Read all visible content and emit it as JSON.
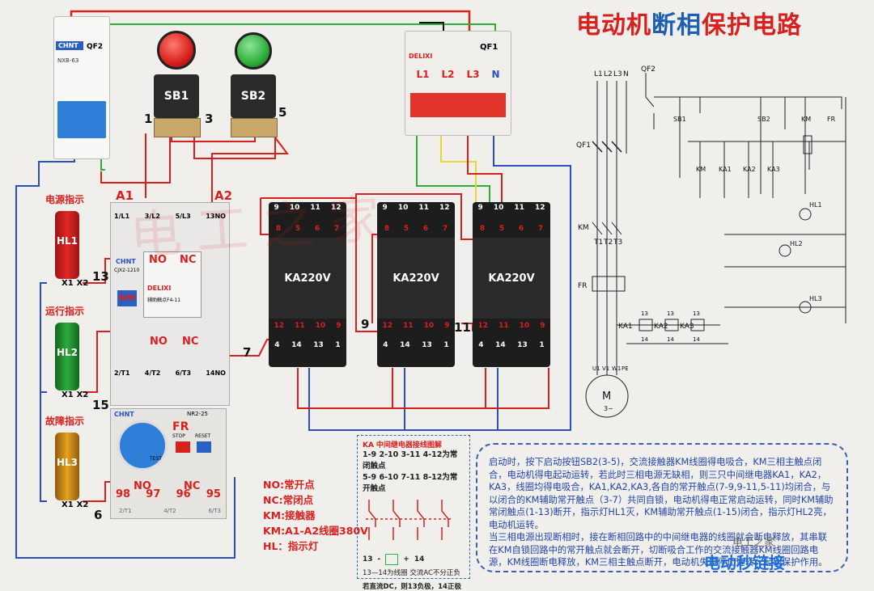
{
  "title": {
    "part1": "电动机",
    "part2": "断相",
    "part3": "保护电路"
  },
  "breakers": {
    "qf2": "QF2",
    "qf1": "QF1",
    "qf2_brand": "CHNT",
    "qf1_brand": "DELIXI",
    "qf2_model": "NXB-63"
  },
  "phases": [
    "L1",
    "L2",
    "L3",
    "N"
  ],
  "buttons": {
    "sb1": "SB1",
    "sb2": "SB2"
  },
  "terminal_numbers": {
    "n1": "1",
    "n3": "3",
    "n5": "5",
    "n7": "7",
    "n9": "9",
    "n11": "11",
    "n13": "13",
    "n15": "15",
    "n6": "6"
  },
  "contactor": {
    "a1": "A1",
    "a2": "A2",
    "brand": "CHNT",
    "model": "CJX2-1210",
    "km": "KM",
    "delixi": "DELIXI",
    "aux": "辅助触点F4-11",
    "no": "NO",
    "nc": "NC",
    "top_terms": [
      "1/L1",
      "3/L2",
      "5/L3",
      "13NO"
    ],
    "bottom_terms": [
      "2/T1",
      "4/T2",
      "6/T3",
      "14NO"
    ]
  },
  "relays": [
    {
      "label": "KA220V",
      "top": [
        "9",
        "10",
        "11",
        "12"
      ],
      "mid_top": [
        "8",
        "5",
        "6",
        "7"
      ],
      "mid_bot": [
        "12",
        "11",
        "10",
        "9"
      ],
      "bot": [
        "4",
        "14",
        "13",
        "1"
      ]
    },
    {
      "label": "KA220V",
      "top": [
        "9",
        "10",
        "11",
        "12"
      ],
      "mid_top": [
        "8",
        "5",
        "6",
        "7"
      ],
      "mid_bot": [
        "12",
        "11",
        "10",
        "9"
      ],
      "bot": [
        "4",
        "14",
        "13",
        "1"
      ]
    },
    {
      "label": "KA220V",
      "top": [
        "9",
        "10",
        "11",
        "12"
      ],
      "mid_top": [
        "8",
        "5",
        "6",
        "7"
      ],
      "mid_bot": [
        "12",
        "11",
        "10",
        "9"
      ],
      "bot": [
        "4",
        "14",
        "13",
        "1"
      ]
    }
  ],
  "indicators": [
    {
      "label": "电源指示",
      "name": "HL1",
      "color": "#e02626"
    },
    {
      "label": "运行指示",
      "name": "HL2",
      "color": "#2cab3d"
    },
    {
      "label": "故障指示",
      "name": "HL3",
      "color": "#e6a11f"
    }
  ],
  "indicator_terms": [
    "X1",
    "X2"
  ],
  "overload": {
    "brand": "CHNT",
    "model": "NR2-25",
    "fr": "FR",
    "stop": "STOP",
    "reset": "RESET",
    "test": "TEST",
    "terms": [
      "98",
      "97",
      "96",
      "95"
    ],
    "no": "NO",
    "nc": "NC",
    "bottom_terms": [
      "2/T1",
      "4/T2",
      "6/T3"
    ]
  },
  "legend": {
    "items": [
      "NO:常开点",
      "NC:常闭点",
      "KM:接触器",
      "KM:A1-A2线圈380V",
      "HL：指示灯"
    ]
  },
  "ka_box": {
    "header": "中间继电器接线图解",
    "header_prefix": "KA",
    "line1": "1-9 2-10 3-11 4-12为常闭触点",
    "line2": "5-9 6-10 7-11 8-12为常开触点",
    "coil_left": "13",
    "coil_right": "14",
    "coil_minus": "-",
    "coil_plus": "+",
    "note": "13—14为线圈  交流AC不分正负",
    "foot": "若直流DC，则13负极，14正极"
  },
  "description": [
    "启动时，按下启动按钮SB2(3-5)，交流接触器KM线圈得电吸合，KM三相主触点闭合，电动机得电起动运转，若此时三相电源无缺相，则三只中间继电器KA1，KA2，KA3，线圈均得电吸合，KA1,KA2,KA3,各自的常开触点(7-9,9-11,5-11)均闭合，与以闭合的KM辅助常开触点（3-7）共同自锁，电动机得电正常启动运转，同时KM辅助常闭触点(1-13)断开，指示灯HL1灭，KM辅助常开触点(1-15)闭合，指示灯HL2亮，电动机运转。",
    "当三相电源出现断相时，接在断相回路中的中间继电器的线圈就会断电释放，其串联在KM自锁回路中的常开触点就会断开，切断吸合工作的交流接触器KM线圈回路电源，KM线圈断电释放，KM三相主触点断开，电动机失电停止运转，起到保护作用。"
  ],
  "schematic": {
    "phase_labels": [
      "L1",
      "L2",
      "L3",
      "N"
    ],
    "qf1": "QF1",
    "qf2": "QF2",
    "km": "KM",
    "fr": "FR",
    "motor": "M",
    "motor_phase": "3~",
    "motor_terms": [
      "U1",
      "V1",
      "W1",
      "PE"
    ],
    "ka_labels": [
      "KA1",
      "KA2",
      "KA3"
    ],
    "coil_terms_top": [
      "13",
      "13",
      "13"
    ],
    "coil_terms_bot": [
      "14",
      "14",
      "14"
    ],
    "control_labels": [
      "SB1",
      "SB2",
      "KM",
      "FR",
      "KM",
      "KA1",
      "KA2",
      "KA3",
      "HL1",
      "HL2",
      "HL3"
    ],
    "t_labels": [
      "T1",
      "T2",
      "T3"
    ]
  },
  "watermark": "电工之家",
  "brand": "电动秒链接",
  "site": "电工之家"
}
